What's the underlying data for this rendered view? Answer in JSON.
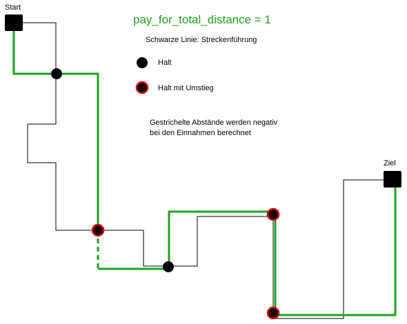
{
  "title": "pay_for_total_distance = 1",
  "labels": {
    "start": "Start",
    "end": "Ziel",
    "route_note": "Schwarze Linie: Streckenführung",
    "stop": "Halt",
    "transfer_stop": "Halt mit Umstieg",
    "dashed_note_line1": "Gestrichelte Abstände werden negativ",
    "dashed_note_line2": "bei den Einnahmen berechnet"
  },
  "colors": {
    "route": "#000000",
    "paid_path": "#1aa51a",
    "title": "#1aa51a",
    "stop": "#000000",
    "transfer_ring": "#e00000",
    "terminal": "#000000"
  }
}
